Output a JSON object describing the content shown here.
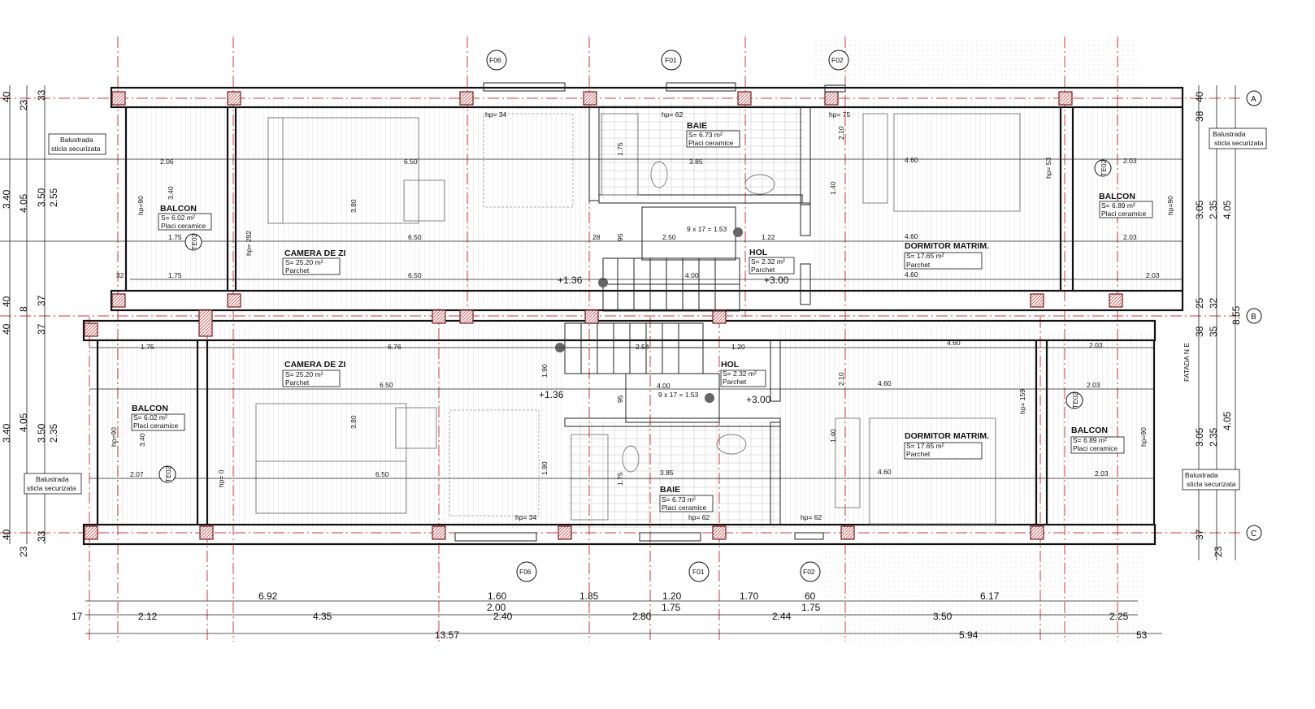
{
  "drawing": {
    "rooms": {
      "top_camera": {
        "name": "CAMERA DE ZI",
        "area": "S= 25.20 m²",
        "finish": "Parchet"
      },
      "top_balcon_left": {
        "name": "BALCON",
        "area": "S= 6.02 m²",
        "finish": "Placi ceramice"
      },
      "top_baie": {
        "name": "BAIE",
        "area": "S= 6.73 m²",
        "finish": "Placi ceramice"
      },
      "top_hol": {
        "name": "HOL",
        "area": "S= 2.32 m²",
        "finish": "Parchet"
      },
      "top_dormitor": {
        "name": "DORMITOR MATRIM.",
        "area": "S= 17.65 m²",
        "finish": "Parchet"
      },
      "top_balcon_right": {
        "name": "BALCON",
        "area": "S= 6.89 m²",
        "finish": "Placi ceramice"
      },
      "bot_camera": {
        "name": "CAMERA DE ZI",
        "area": "S= 25.20 m²",
        "finish": "Parchet"
      },
      "bot_balcon_left": {
        "name": "BALCON",
        "area": "S= 6.02 m²",
        "finish": "Placi ceramice"
      },
      "bot_baie": {
        "name": "BAIE",
        "area": "S= 6.73 m²",
        "finish": "Placi ceramice"
      },
      "bot_hol": {
        "name": "HOL",
        "area": "S= 2.32 m²",
        "finish": "Parchet"
      },
      "bot_dormitor": {
        "name": "DORMITOR MATRIM.",
        "area": "S= 17.65 m²",
        "finish": "Parchet"
      },
      "bot_balcon_right": {
        "name": "BALCON",
        "area": "S= 6.89 m²",
        "finish": "Placi ceramice"
      }
    },
    "notes": {
      "balustrada_1": "Balustrada",
      "balustrada_2": "sticla securizata",
      "fatada": "FATADA N E",
      "stair_top": "9 x 17 = 1.53",
      "stair_bot": "9 x 17 = 1.53"
    },
    "levels": {
      "top_a": "+1.36",
      "top_b": "+3.00",
      "bot_a": "+1.36",
      "bot_b": "+3.00"
    },
    "grid_axes": [
      "A",
      "B",
      "C"
    ],
    "window_tags": [
      "F06",
      "F01",
      "F02",
      "F06",
      "F01",
      "F02"
    ],
    "door_tags": [
      "TE02",
      "TE02",
      "TE02",
      "TE02"
    ],
    "sill_heights": {
      "hp34_top": "hp= 34",
      "hp62_top": "hp= 62",
      "hp75_top": "hp= 75",
      "hp34_bot": "hp= 34",
      "hp62_bot_a": "hp= 62",
      "hp62_bot_b": "hp= 62",
      "hp90": "hp=90",
      "hp292": "hp= 292",
      "hp0": "hp= 0",
      "hp53": "hp= 53",
      "hp159": "hp= 159"
    },
    "dims_left": [
      "40",
      "23",
      "33",
      "3.40",
      "4.05",
      "3.50",
      "2.55",
      "40",
      "8",
      "37",
      "40",
      "37",
      "3.40",
      "4.05",
      "3.50",
      "2.35",
      "40",
      "33",
      "23"
    ],
    "dims_right": [
      "40",
      "38",
      "3.05",
      "2.35",
      "4.05",
      "25",
      "32",
      "8.55",
      "38",
      "35",
      "3.05",
      "2.35",
      "4.05",
      "37",
      "23"
    ],
    "dims_bottom_row1": [
      "6.92",
      "1.60",
      "1.85",
      "1.20",
      "1.70",
      "60",
      "6.17"
    ],
    "dims_bottom_row2": [
      "2.00",
      "1.75",
      "1.75"
    ],
    "dims_bottom_row3": [
      "17",
      "2.12",
      "4.35",
      "2.40",
      "2.80",
      "2.44",
      "3.50",
      "2.25"
    ],
    "dims_bottom_row4": [
      "13.57",
      "5.94",
      "53"
    ],
    "inner_dims": {
      "t_206": "2.06",
      "t_650a": "6.50",
      "t_175a": "1.75",
      "t_650b": "6.50",
      "t_175b": "1.75",
      "t_650c": "6.50",
      "t_32": "32",
      "t_380": "3.80",
      "t_385": "3.85",
      "t_175c": "1.75",
      "t_140": "1.40",
      "t_210": "2.10",
      "t_460a": "4.60",
      "t_460b": "4.60",
      "t_460c": "4.60",
      "t_203a": "2.03",
      "t_203b": "2.03",
      "t_203c": "2.03",
      "t_400": "4.00",
      "t_250": "2.50",
      "t_122": "1.22",
      "t_28": "28",
      "t_95": "95",
      "t_340": "3.40",
      "b_676": "6.76",
      "b_175a": "1.75",
      "b_650a": "6.50",
      "b_650b": "6.50",
      "b_207": "2.07",
      "b_380": "3.80",
      "b_340": "3.40",
      "b_254": "2.54",
      "b_120": "1.20",
      "b_400": "4.00",
      "b_190a": "1.90",
      "b_190b": "1.90",
      "b_385": "3.85",
      "b_175b": "1.75",
      "b_460a": "4.60",
      "b_460b": "4.60",
      "b_460c": "4.60",
      "b_203a": "2.03",
      "b_203b": "2.03",
      "b_203c": "2.03",
      "b_140": "1.40",
      "b_210": "2.10",
      "b_95": "95"
    }
  }
}
